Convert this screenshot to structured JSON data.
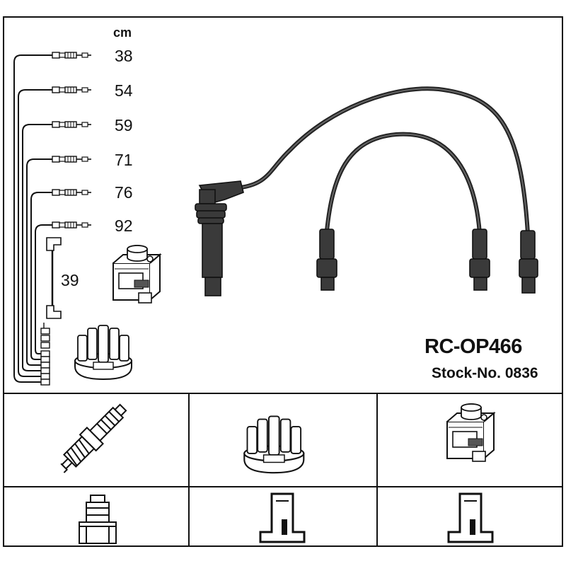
{
  "product": {
    "model": "RC-OP466",
    "stock_number": "Stock-No. 0836"
  },
  "cable_lengths": {
    "unit": "cm",
    "leads": [
      {
        "length": "38"
      },
      {
        "length": "54"
      },
      {
        "length": "59"
      },
      {
        "length": "71"
      },
      {
        "length": "76"
      },
      {
        "length": "92"
      }
    ],
    "coil_lead": {
      "length": "39"
    }
  },
  "application_icons": [
    {
      "icon": "spark-plug-icon"
    },
    {
      "icon": "distributor-cap-icon"
    },
    {
      "icon": "ignition-coil-icon"
    },
    {
      "icon": "plug-connector-profile-icon"
    },
    {
      "icon": "cap-terminal-profile-icon"
    },
    {
      "icon": "coil-terminal-profile-icon"
    }
  ]
}
